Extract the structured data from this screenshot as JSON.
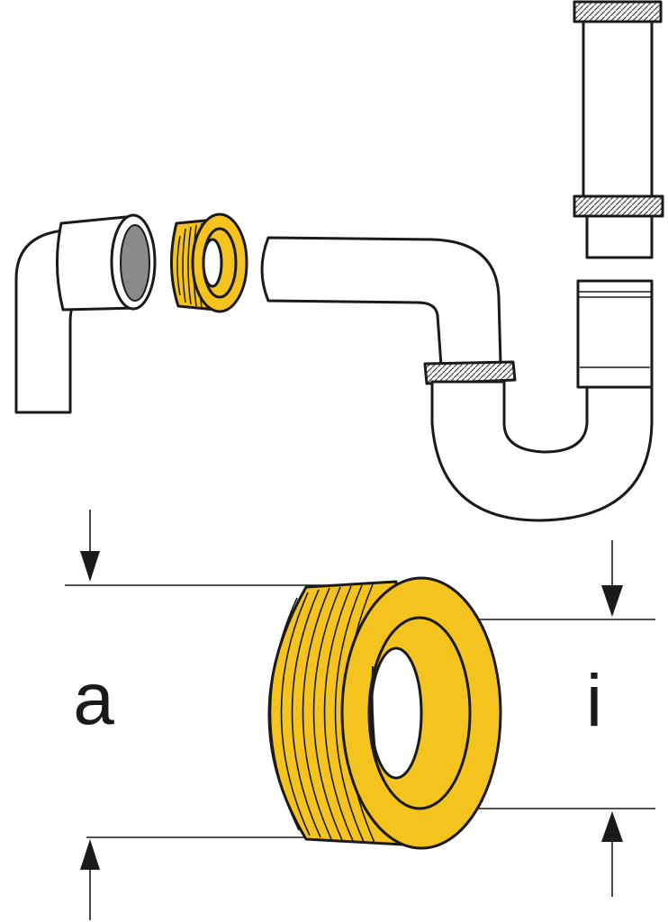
{
  "labels": {
    "outer_diameter": "a",
    "inner_diameter": "i"
  },
  "colors": {
    "seal": "#f5c31d",
    "pipe_fill": "#ffffff",
    "pipe_inner": "#8a8a8a",
    "outline": "#1a1a1a"
  },
  "icons": {
    "arrow": "filled-triangle-arrowhead"
  }
}
